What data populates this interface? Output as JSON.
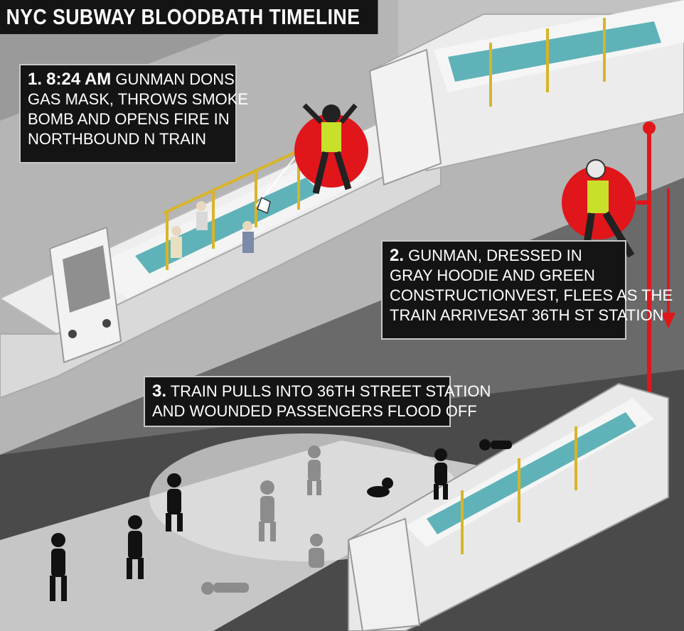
{
  "title": "NYC SUBWAY BLOODBATH TIMELINE",
  "steps": [
    {
      "number": "1.",
      "time": "8:24 AM",
      "lines": [
        "GUNMAN DONS",
        "GAS MASK, THROWS SMOKE",
        "BOMB AND OPENS FIRE IN",
        "NORTHBOUND N TRAIN"
      ]
    },
    {
      "number": "2.",
      "lines": [
        "GUNMAN, DRESSED IN",
        "GRAY HOODIE AND GREEN",
        "CONSTRUCTIONVEST, FLEES AS THE",
        "TRAIN ARRIVESAT 36TH ST STATION"
      ]
    },
    {
      "number": "3.",
      "lines": [
        "TRAIN PULLS INTO 36TH STREET STATION",
        "AND WOUNDED PASSENGERS FLOOD OFF"
      ]
    }
  ],
  "colors": {
    "alert_red": "#e0161b",
    "vest_yellow": "#c8e02a",
    "seat_teal": "#5fb3b8",
    "pole_yellow": "#d8b42a",
    "callout_bg": "#141414"
  }
}
